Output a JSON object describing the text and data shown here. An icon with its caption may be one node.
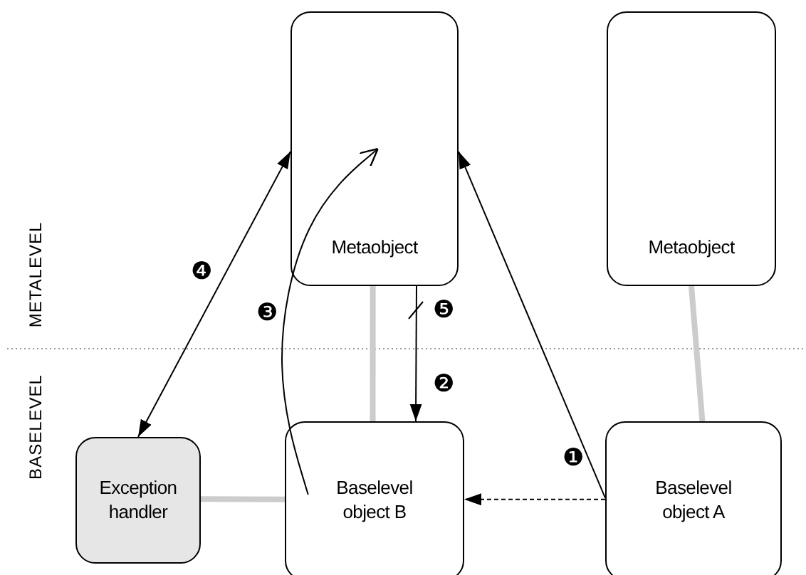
{
  "diagram": {
    "nodes": [
      {
        "text": [
          "Metaobject"
        ]
      },
      {
        "text": [
          "Metaobject"
        ]
      },
      {
        "text": [
          "Exception handler"
        ]
      },
      {
        "text": [
          "Baselevel object B"
        ]
      },
      {
        "text": [
          "Baselevel object A"
        ]
      }
    ],
    "edges": [
      {
        "from": 4,
        "to": 0,
        "arrow": "to",
        "label": "❶"
      },
      {
        "from": 4,
        "to": 3,
        "arrow": "to",
        "style": "dashed"
      },
      {
        "from": 0,
        "to": 3,
        "arrow": "to",
        "label": "❷"
      },
      {
        "from": 3,
        "to": 0,
        "arrow": "to",
        "label": "❸"
      },
      {
        "from": 0,
        "to": 2,
        "arrow": "both",
        "label": "❹"
      },
      {
        "from": 2,
        "to": 3,
        "arrow": "none",
        "style": "thick",
        "color": "#cccccc"
      },
      {
        "from": 0,
        "to": 3,
        "arrow": "none",
        "style": "thick",
        "color": "#cccccc"
      },
      {
        "from": 1,
        "to": 4,
        "arrow": "none",
        "style": "thick",
        "color": "#cccccc"
      }
    ],
    "labels": [
      "METALEVEL",
      "BASELEVEL",
      "❺"
    ]
  }
}
